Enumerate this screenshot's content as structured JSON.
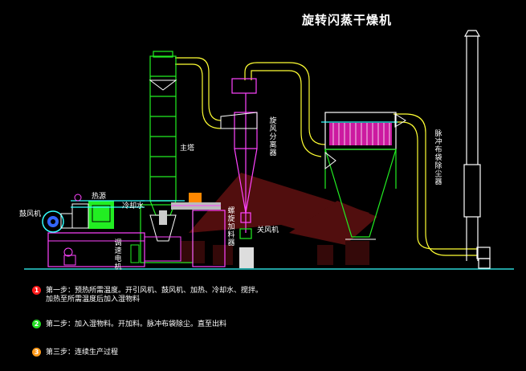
{
  "title": "旋转闪蒸干燥机",
  "labels": {
    "main_tower": "主塔",
    "cyclone": "旋风分离器",
    "pulse_bag": "脉冲布袋除尘器",
    "heat_source": "热源",
    "cooling_water": "冷却水",
    "blower": "鼓风机",
    "speed_motor": "调速电机",
    "screw_feeder": "螺旋加料器",
    "exhaust_fan": "关风机"
  },
  "steps": [
    {
      "num": "1",
      "color": "#ff1a1a",
      "line1": "第一步：预热所需温度。开引风机、鼓风机、加热、冷却水、搅拌。",
      "line2": "加热至所需温度后加入湿物料"
    },
    {
      "num": "2",
      "color": "#22dd22",
      "line1": "第二步：加入湿物料。开加料。脉冲布袋除尘。直至出料",
      "line2": ""
    },
    {
      "num": "3",
      "color": "#ff9a1a",
      "line1": "第三步：连续生产过程",
      "line2": ""
    }
  ],
  "colors": {
    "duct": "#ffff33",
    "tower": "#22ee22",
    "cyclone": "#ff44ff",
    "frame": "#ff44ff",
    "equipment": "#22ee22",
    "ground": "#33ffff",
    "watermark": "#6a1111"
  }
}
